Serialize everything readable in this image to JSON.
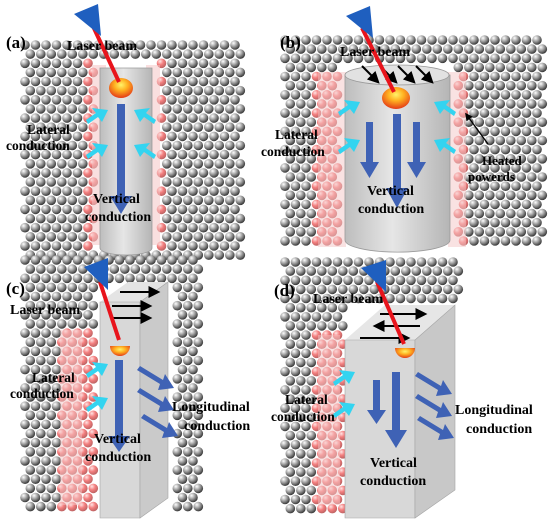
{
  "panels": [
    {
      "tag": "(a)",
      "shape": "cylinder",
      "labels": {
        "laser": "Laser beam",
        "lateral": [
          "Lateral",
          "conduction"
        ],
        "vertical": [
          "Vertical",
          "conduction"
        ]
      }
    },
    {
      "tag": "(b)",
      "shape": "cylinder",
      "labels": {
        "laser": "Laser beam",
        "lateral": [
          "Lateral",
          "conduction"
        ],
        "vertical": [
          "Vertical",
          "conduction"
        ],
        "heated": [
          "Heated",
          "powerds"
        ]
      }
    },
    {
      "tag": "(c)",
      "shape": "cuboid",
      "labels": {
        "laser": "Laser beam",
        "lateral": [
          "Lateral",
          "conduction"
        ],
        "vertical": [
          "Vertical",
          "conduction"
        ],
        "longitudinal": [
          "Longitudinal",
          "conduction"
        ]
      }
    },
    {
      "tag": "(d)",
      "shape": "cuboid",
      "labels": {
        "laser": "Laser beam",
        "lateral": [
          "Lateral",
          "conduction"
        ],
        "vertical": [
          "Vertical",
          "conduction"
        ],
        "longitudinal": [
          "Longitudinal",
          "conduction"
        ]
      }
    }
  ],
  "colors": {
    "laser_head": "#1f5fbf",
    "laser_beam": "#e8141c",
    "arrow_blue": "#3f62b5",
    "arrow_cyan": "#33d4f0",
    "heated_red": "#e8323a",
    "melt_pool_outer": "#e6301e",
    "melt_pool_inner": "#ffe13a",
    "body_gray": "#d4d4d4",
    "powder_dark": "#555555"
  },
  "icons": [
    "laser-head-icon",
    "melt-pool-icon",
    "powder-particle-icon"
  ]
}
